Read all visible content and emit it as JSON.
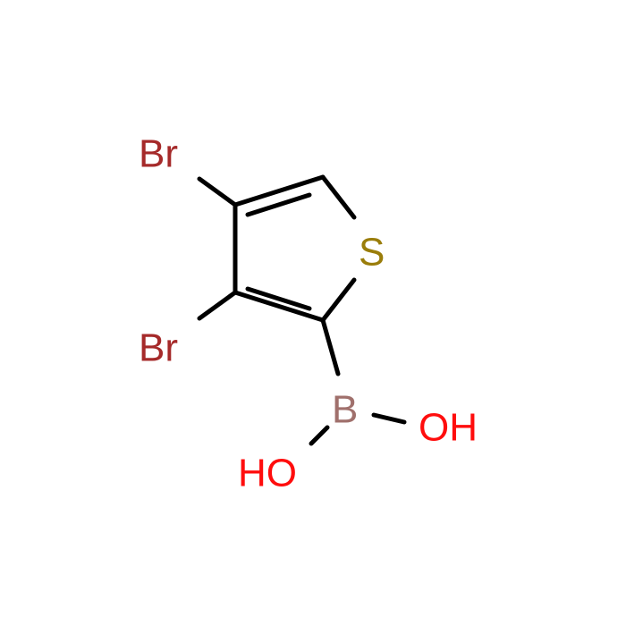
{
  "molecule": {
    "atoms": {
      "br_upper": {
        "label": "Br",
        "color": "#a52a2a"
      },
      "br_lower": {
        "label": "Br",
        "color": "#a52a2a"
      },
      "sulfur": {
        "label": "S",
        "color": "#9a7d0a"
      },
      "boron": {
        "label": "B",
        "color": "#a0706c"
      },
      "hydroxyl_right": {
        "label": "OH",
        "color": "#ff0d0d"
      },
      "hydroxyl_left": {
        "label": "HO",
        "color": "#ff0d0d"
      }
    }
  }
}
